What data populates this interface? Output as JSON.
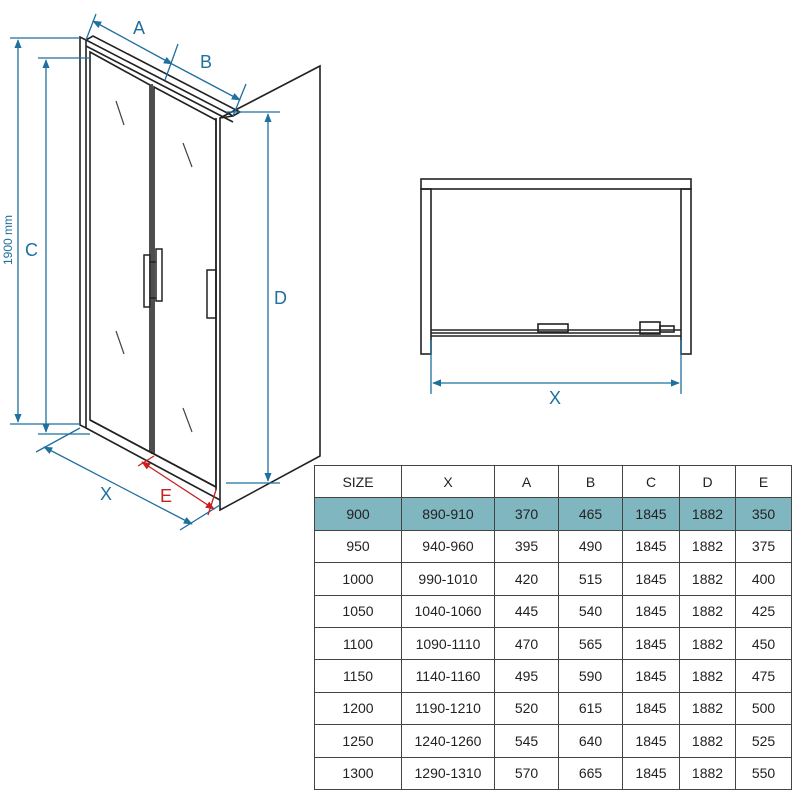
{
  "colors": {
    "dimension": "#1f6f9f",
    "dimension_accent": "#c81e1e",
    "highlight_row": "#7fb6bf",
    "line": "#222222"
  },
  "labels": {
    "A": "A",
    "B": "B",
    "C": "C",
    "D": "D",
    "E": "E",
    "X_front": "X",
    "X_top": "X",
    "height": "1900 mm"
  },
  "table": {
    "headers": [
      "SIZE",
      "X",
      "A",
      "B",
      "C",
      "D",
      "E"
    ],
    "highlighted_row": 0,
    "rows": [
      [
        "900",
        "890-910",
        "370",
        "465",
        "1845",
        "1882",
        "350"
      ],
      [
        "950",
        "940-960",
        "395",
        "490",
        "1845",
        "1882",
        "375"
      ],
      [
        "1000",
        "990-1010",
        "420",
        "515",
        "1845",
        "1882",
        "400"
      ],
      [
        "1050",
        "1040-1060",
        "445",
        "540",
        "1845",
        "1882",
        "425"
      ],
      [
        "1100",
        "1090-1110",
        "470",
        "565",
        "1845",
        "1882",
        "450"
      ],
      [
        "1150",
        "1140-1160",
        "495",
        "590",
        "1845",
        "1882",
        "475"
      ],
      [
        "1200",
        "1190-1210",
        "520",
        "615",
        "1845",
        "1882",
        "500"
      ],
      [
        "1250",
        "1240-1260",
        "545",
        "640",
        "1845",
        "1882",
        "525"
      ],
      [
        "1300",
        "1290-1310",
        "570",
        "665",
        "1845",
        "1882",
        "550"
      ]
    ]
  }
}
